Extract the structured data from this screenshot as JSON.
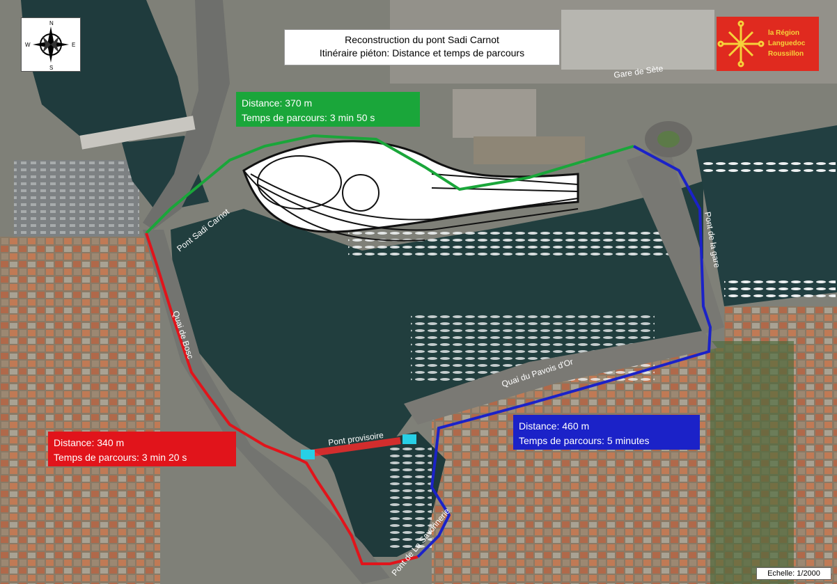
{
  "title": {
    "line1": "Reconstruction du pont Sadi Carnot",
    "line2": "Itinéraire piéton: Distance et temps de parcours"
  },
  "logo": {
    "line1": "la Région",
    "line2": "Languedoc",
    "line3": "Roussillon",
    "icon": "region-cross-logo-icon",
    "color": "#e02a1f"
  },
  "compass": {
    "icon": "compass-rose-icon",
    "north": "N",
    "south": "S",
    "east": "E",
    "west": "W"
  },
  "routes": {
    "green": {
      "distance": "Distance: 370 m",
      "time": "Temps de parcours: 3 min 50 s",
      "color": "#1aa63a"
    },
    "red": {
      "distance": "Distance: 340 m",
      "time": "Temps de parcours: 3 min 20 s",
      "color": "#e1141b"
    },
    "blue": {
      "distance": "Distance: 460 m",
      "time": "Temps de parcours: 5 minutes",
      "color": "#1b22c8"
    }
  },
  "places": {
    "gare": "Gare de Sète",
    "pont_sadi": "Pont Sadi Carnot",
    "quai_bosc": "Quai de Bosc",
    "pont_provisoire": "Pont provisoire",
    "quai_pavois": "Quai du Pavois d'Or",
    "pont_gare": "Pont de la gare",
    "pont_savonnerie": "Pont de La Savonnerie"
  },
  "scale": "Echelle: 1/2000"
}
